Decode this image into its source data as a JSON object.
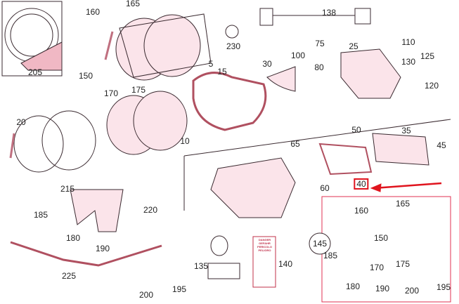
{
  "diagram": {
    "title": "Headlamp assembly exploded parts diagram",
    "colors": {
      "line": "#3a2a30",
      "shade": "#e8a0b0",
      "highlight": "#e0141e"
    },
    "highlighted_part": "40",
    "warning_label": [
      "DANGER",
      "GEFAHR",
      "PERICOLO",
      "PELIGRO"
    ],
    "parts": [
      {
        "id": "p160a",
        "label": "160"
      },
      {
        "id": "p165a",
        "label": "165"
      },
      {
        "id": "p138",
        "label": "138"
      },
      {
        "id": "p230",
        "label": "230"
      },
      {
        "id": "p205",
        "label": "205"
      },
      {
        "id": "p150a",
        "label": "150"
      },
      {
        "id": "p170a",
        "label": "170"
      },
      {
        "id": "p175a",
        "label": "175"
      },
      {
        "id": "p5",
        "label": "5"
      },
      {
        "id": "p15",
        "label": "15"
      },
      {
        "id": "p30",
        "label": "30"
      },
      {
        "id": "p100",
        "label": "100"
      },
      {
        "id": "p75",
        "label": "75"
      },
      {
        "id": "p80",
        "label": "80"
      },
      {
        "id": "p25",
        "label": "25"
      },
      {
        "id": "p110",
        "label": "110"
      },
      {
        "id": "p125",
        "label": "125"
      },
      {
        "id": "p130",
        "label": "130"
      },
      {
        "id": "p120",
        "label": "120"
      },
      {
        "id": "p20",
        "label": "20"
      },
      {
        "id": "p10",
        "label": "10"
      },
      {
        "id": "p50",
        "label": "50"
      },
      {
        "id": "p35",
        "label": "35"
      },
      {
        "id": "p65",
        "label": "65"
      },
      {
        "id": "p45",
        "label": "45"
      },
      {
        "id": "p40",
        "label": "40"
      },
      {
        "id": "p60",
        "label": "60"
      },
      {
        "id": "p215",
        "label": "215"
      },
      {
        "id": "p220",
        "label": "220"
      },
      {
        "id": "p185a",
        "label": "185"
      },
      {
        "id": "p180a",
        "label": "180"
      },
      {
        "id": "p190a",
        "label": "190"
      },
      {
        "id": "p225",
        "label": "225"
      },
      {
        "id": "p135",
        "label": "135"
      },
      {
        "id": "p140",
        "label": "140"
      },
      {
        "id": "p145",
        "label": "145"
      },
      {
        "id": "p160b",
        "label": "160"
      },
      {
        "id": "p165b",
        "label": "165"
      },
      {
        "id": "p150b",
        "label": "150"
      },
      {
        "id": "p185b",
        "label": "185"
      },
      {
        "id": "p170b",
        "label": "170"
      },
      {
        "id": "p175b",
        "label": "175"
      },
      {
        "id": "p180b",
        "label": "180"
      },
      {
        "id": "p190b",
        "label": "190"
      },
      {
        "id": "p200b",
        "label": "200"
      },
      {
        "id": "p195b",
        "label": "195"
      },
      {
        "id": "p200a",
        "label": "200"
      },
      {
        "id": "p195a",
        "label": "195"
      }
    ]
  }
}
